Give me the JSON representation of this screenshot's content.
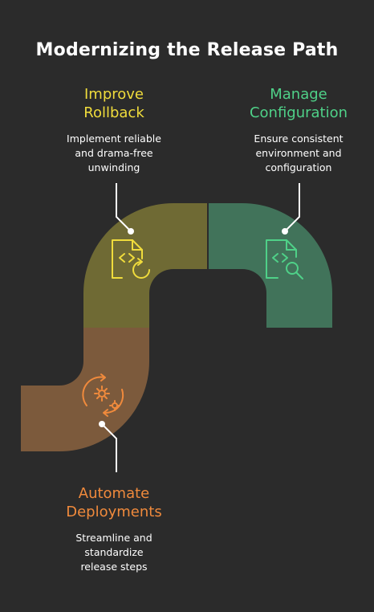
{
  "title": "Modernizing the Release Path",
  "steps": {
    "rollback": {
      "heading": "Improve\nRollback",
      "description": "Implement reliable\nand drama-free\nunwinding",
      "color": "#f0dc3c",
      "segment_color": "#6f6a34",
      "icon": "code-file-refresh-icon"
    },
    "config": {
      "heading": "Manage\nConfiguration",
      "description": "Ensure consistent\nenvironment and\nconfiguration",
      "color": "#4fd188",
      "segment_color": "#41735a",
      "icon": "code-file-search-icon"
    },
    "deploy": {
      "heading": "Automate\nDeployments",
      "description": "Streamline and\nstandardize\nrelease steps",
      "color": "#f08a3c",
      "segment_color": "#7c5a3c",
      "icon": "gears-cycle-icon"
    }
  },
  "colors": {
    "background": "#2b2b2b",
    "text": "#ffffff"
  }
}
